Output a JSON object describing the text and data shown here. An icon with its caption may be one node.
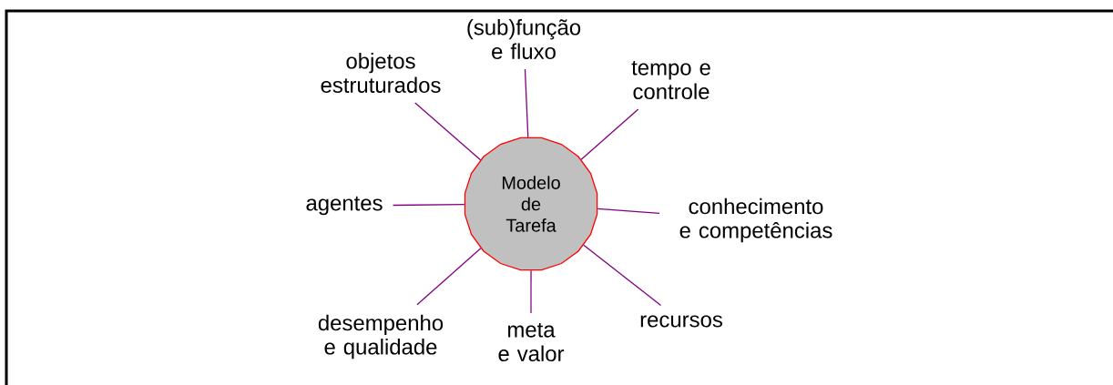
{
  "diagram": {
    "nodes": [
      {
        "text": [
          "Modelo de Tarefa"
        ]
      },
      {
        "text": [
          "(sub)função e fluxo"
        ]
      },
      {
        "text": [
          "objetos estruturados"
        ]
      },
      {
        "text": [
          "tempo e controle"
        ]
      },
      {
        "text": [
          "agentes"
        ]
      },
      {
        "text": [
          "conhecimento e competências"
        ]
      },
      {
        "text": [
          "desempenho e qualidade"
        ]
      },
      {
        "text": [
          "recursos"
        ]
      },
      {
        "text": [
          "meta e valor"
        ]
      }
    ],
    "edges": [
      {
        "from": 0,
        "to": 1,
        "arrow": "none"
      },
      {
        "from": 0,
        "to": 2,
        "arrow": "none"
      },
      {
        "from": 0,
        "to": 3,
        "arrow": "none"
      },
      {
        "from": 0,
        "to": 4,
        "arrow": "none"
      },
      {
        "from": 0,
        "to": 5,
        "arrow": "none"
      },
      {
        "from": 0,
        "to": 6,
        "arrow": "none"
      },
      {
        "from": 0,
        "to": 7,
        "arrow": "none"
      },
      {
        "from": 0,
        "to": 8,
        "arrow": "none"
      }
    ]
  }
}
